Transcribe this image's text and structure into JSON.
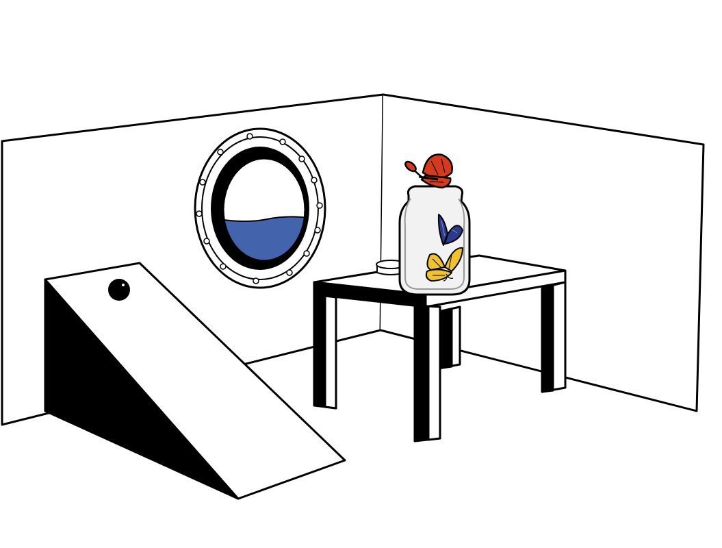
{
  "scene": {
    "description_visible_text": "",
    "colors": {
      "background": "#ffffff",
      "line": "#000000",
      "water": "#4463ad",
      "butterfly_red": "#d63a1e",
      "butterfly_blue": "#2c3a8c",
      "butterfly_yellow": "#f2c12e",
      "jar_glass": "#f2f2f2"
    },
    "objects": [
      "room-corner",
      "porthole-window",
      "ramp",
      "ball",
      "side-table",
      "jar-lid",
      "glass-jar",
      "red-butterfly",
      "blue-butterfly",
      "yellow-butterfly"
    ]
  }
}
